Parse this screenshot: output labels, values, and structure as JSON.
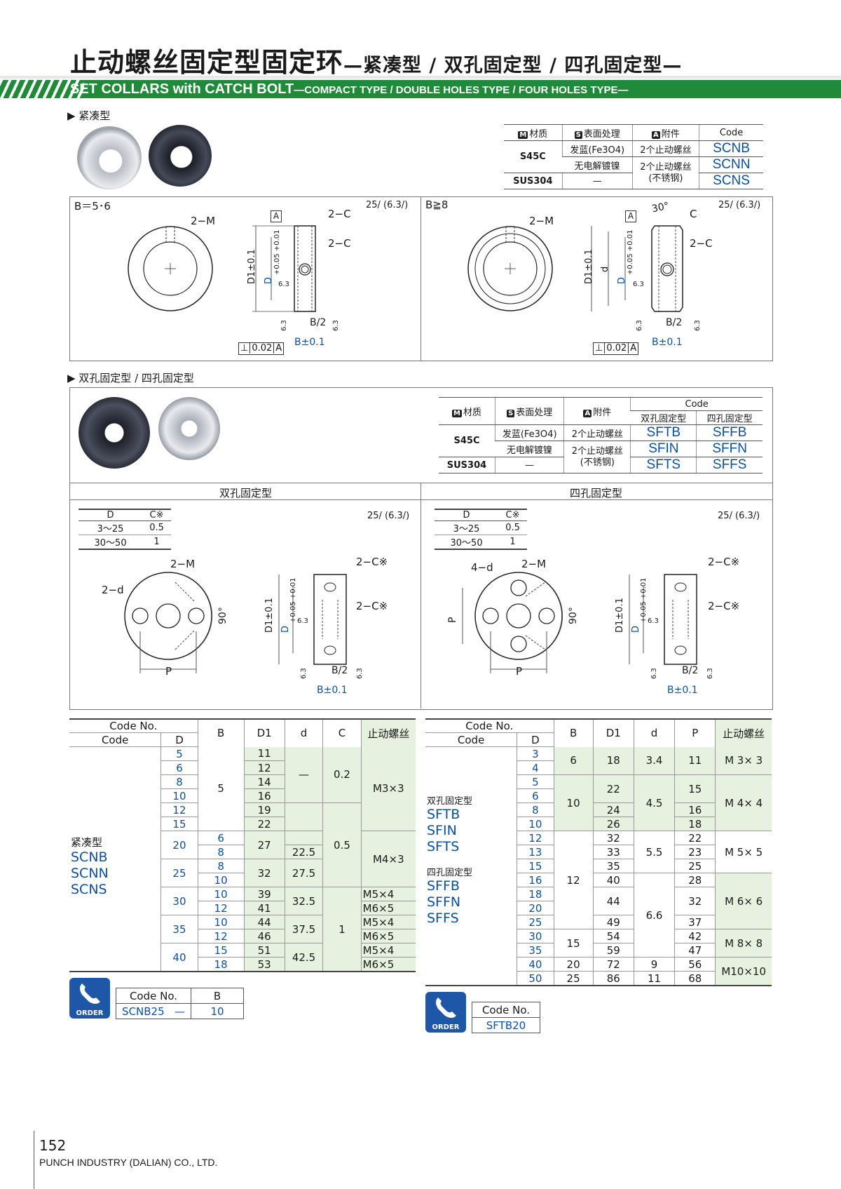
{
  "header": {
    "title_cn": "止动螺丝固定型固定环",
    "title_cn_sub": "—紧凑型 / 双孔固定型 / 四孔固定型—",
    "title_en": "SET COLLARS with CATCH BOLT",
    "title_en_sub": "—COMPACT TYPE / DOUBLE HOLES TYPE / FOUR HOLES TYPE—"
  },
  "compact": {
    "heading": "▶ 紧凑型",
    "table": {
      "headers": [
        "材质",
        "表面处理",
        "附件",
        "Code"
      ],
      "header_marks": [
        "M",
        "S",
        "A"
      ],
      "rows": [
        {
          "material": "S45C",
          "surface": "发蓝(Fe3O4)",
          "attach": "2个止动螺丝",
          "code": "SCNB"
        },
        {
          "surface": "无电解镀镍",
          "attach": "2个止动螺丝",
          "code": "SCNN"
        },
        {
          "material": "SUS304",
          "surface": "—",
          "attach": "(不锈钢)",
          "code": "SCNS"
        }
      ]
    },
    "left": {
      "cond": "B＝5･6",
      "m": "2−M",
      "c1": "2−C",
      "c2": "2−C",
      "datum": "A",
      "d1": "D1±0.1",
      "d": "D",
      "tol": "+0.05 +0.01",
      "b2": "B/2",
      "b": "B±0.1",
      "perp": "⊥",
      "perp_val": "0.02",
      "perp_ref": "A",
      "r63": "6.3",
      "rough": "25/ (6.3/)"
    },
    "right": {
      "cond": "B≧8",
      "m": "2−M",
      "c1": "C",
      "c2": "2−C",
      "angle": "30°",
      "datum": "A",
      "d1": "D1±0.1",
      "dd": "d",
      "d": "D",
      "tol": "+0.05 +0.01",
      "b2": "B/2",
      "b": "B±0.1",
      "perp": "⊥",
      "perp_val": "0.02",
      "perp_ref": "A",
      "r63": "6.3",
      "rough": "25/ (6.3/)"
    }
  },
  "holes": {
    "heading": "▶ 双孔固定型 / 四孔固定型",
    "table": {
      "headers": [
        "材质",
        "表面处理",
        "附件",
        "Code",
        "双孔固定型",
        "四孔固定型"
      ],
      "header_marks": [
        "M",
        "S",
        "A"
      ],
      "rows": [
        {
          "material": "S45C",
          "surface": "发蓝(Fe3O4)",
          "attach": "2个止动螺丝",
          "c2": "SFTB",
          "c4": "SFFB"
        },
        {
          "surface": "无电解镀镍",
          "attach": "2个止动螺丝",
          "c2": "SFIN",
          "c4": "SFFN"
        },
        {
          "material": "SUS304",
          "surface": "—",
          "attach": "(不锈钢)",
          "c2": "SFTS",
          "c4": "SFFS"
        }
      ]
    },
    "panel_left": "双孔固定型",
    "panel_right": "四孔固定型",
    "ctable": {
      "h1": "D",
      "h2": "C※",
      "rows": [
        [
          "3〜25",
          "0.5"
        ],
        [
          "30〜50",
          "1"
        ]
      ]
    },
    "labels": {
      "m": "2−M",
      "d2": "2−d",
      "d4": "4−d",
      "cs": "2−C※",
      "deg": "90°",
      "p": "P",
      "d1": "D1±0.1",
      "d": "D",
      "tol": "+0.05 +0.01",
      "b2": "B/2",
      "b": "B±0.1",
      "r63": "6.3",
      "rough": "25/ (6.3/)"
    }
  },
  "spec_left": {
    "headers": {
      "code_no": "Code No.",
      "code": "Code",
      "d": "D",
      "b": "B",
      "d1": "D1",
      "dd": "d",
      "c": "C",
      "bolt": "止动螺丝"
    },
    "type_label": "紧凑型",
    "codes": [
      "SCNB",
      "SCNN",
      "SCNS"
    ],
    "D": [
      "5",
      "6",
      "8",
      "10",
      "12",
      "15",
      "20",
      "",
      "25",
      "",
      "30",
      "",
      "35",
      "",
      "40",
      ""
    ],
    "B": [
      "6",
      "8",
      "8",
      "10",
      "10",
      "12",
      "10",
      "12",
      "15",
      "18"
    ],
    "D1": [
      "11",
      "12",
      "14",
      "16",
      "19",
      "22",
      "27",
      "",
      "32",
      "",
      "39",
      "41",
      "44",
      "46",
      "51",
      "53"
    ],
    "d_vals": [
      "—",
      "22.5",
      "27.5",
      "32.5",
      "37.5",
      "42.5"
    ],
    "C": [
      "0.2",
      "0.5",
      "1"
    ],
    "bolt": [
      "M3×3",
      "M4×3",
      "M5×4",
      "M6×5",
      "M5×4",
      "M6×5",
      "M5×4",
      "M6×5"
    ],
    "b5": "5",
    "b20": "20",
    "b25": "25",
    "b30": "30",
    "b35": "35",
    "b40": "40"
  },
  "spec_right": {
    "headers": {
      "code_no": "Code No.",
      "code": "Code",
      "d": "D",
      "b": "B",
      "d1": "D1",
      "dd": "d",
      "p": "P",
      "bolt": "止动螺丝"
    },
    "type2_label": "双孔固定型",
    "codes2": [
      "SFTB",
      "SFIN",
      "SFTS"
    ],
    "type4_label": "四孔固定型",
    "codes4": [
      "SFFB",
      "SFFN",
      "SFFS"
    ],
    "D": [
      "3",
      "4",
      "5",
      "6",
      "8",
      "10",
      "12",
      "13",
      "15",
      "16",
      "18",
      "20",
      "25",
      "30",
      "35",
      "40",
      "50"
    ],
    "B": [
      "6",
      "10",
      "12",
      "15",
      "20",
      "25"
    ],
    "D1": [
      "18",
      "22",
      "24",
      "26",
      "32",
      "33",
      "35",
      "40",
      "44",
      "49",
      "54",
      "59",
      "72",
      "86"
    ],
    "d_vals": [
      "3.4",
      "4.5",
      "5.5",
      "6.6",
      "9",
      "11"
    ],
    "P": [
      "11",
      "15",
      "16",
      "18",
      "22",
      "23",
      "25",
      "28",
      "32",
      "37",
      "42",
      "47",
      "56",
      "68"
    ],
    "bolt": [
      "M 3× 3",
      "M 4× 4",
      "M 5× 5",
      "M 6× 6",
      "M 8× 8",
      "M10×10"
    ]
  },
  "order_left": {
    "badge": "ORDER",
    "h1": "Code No.",
    "h2": "B",
    "v1": "SCNB25",
    "dash": "—",
    "v2": "10"
  },
  "order_right": {
    "badge": "ORDER",
    "h1": "Code No.",
    "v1": "SFTB20"
  },
  "footer": {
    "page": "152",
    "company": "PUNCH INDUSTRY (DALIAN) CO., LTD."
  },
  "colors": {
    "green": "#1f8a37",
    "blue": "#0b4f9e",
    "cell_green": "#e6f1df"
  }
}
